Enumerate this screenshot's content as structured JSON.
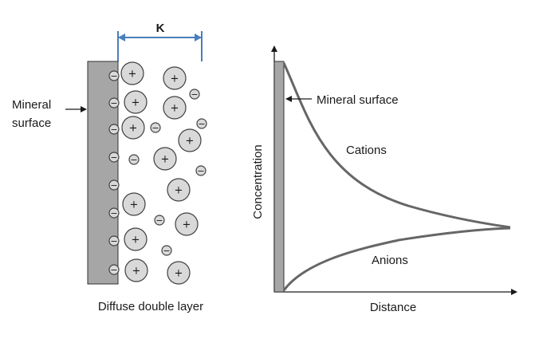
{
  "left_panel": {
    "kappa_label": "K",
    "mineral_surface_label_line1": "Mineral",
    "mineral_surface_label_line2": "surface",
    "caption": "Diffuse double layer",
    "cation_symbol": "+",
    "anion_symbol": "−"
  },
  "right_panel": {
    "mineral_surface_label": "Mineral surface",
    "cations_label": "Cations",
    "anions_label": "Anions",
    "x_axis_label": "Distance",
    "y_axis_label": "Concentration"
  },
  "colors": {
    "surface_fill": "#a6a6a6",
    "ion_fill": "#d9d9d9",
    "ion_stroke": "#404040",
    "curve": "#666666",
    "kappa_bracket": "#4a7ebb"
  }
}
